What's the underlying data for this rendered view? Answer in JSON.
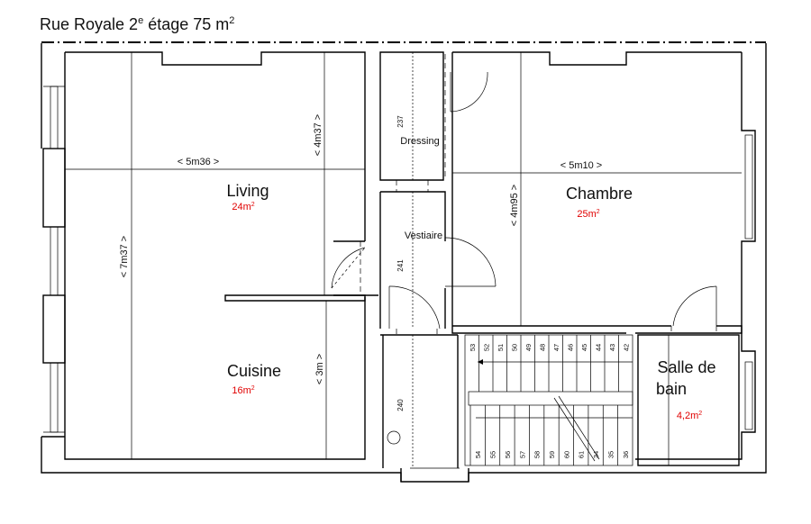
{
  "header": {
    "title_main": "Rue Royale 2",
    "title_sup": "e",
    "title_rest": " étage 75 m",
    "title_sup2": "2"
  },
  "rooms": {
    "living": {
      "name": "Living",
      "area": "24m",
      "area_sup": "2"
    },
    "cuisine": {
      "name": "Cuisine",
      "area": "16m",
      "area_sup": "2"
    },
    "chambre": {
      "name": "Chambre",
      "area": "25m",
      "area_sup": "2"
    },
    "sdb": {
      "name_line1": "Salle de",
      "name_line2": "bain",
      "area": "4,2m",
      "area_sup": "2"
    },
    "dressing": {
      "name": "Dressing"
    },
    "vestiaire": {
      "name": "Vestiaire"
    }
  },
  "dimensions": {
    "living_width": "< 5m36 >",
    "living_depth": "< 4m37 >",
    "living_total": "< 7m37 >",
    "cuisine_depth": "< 3m >",
    "chambre_width": "< 5m10 >",
    "chambre_depth": "< 4m95 >",
    "dressing": "237",
    "vestiaire": "241",
    "hall": "240"
  },
  "stairs": {
    "top_steps": [
      "53",
      "52",
      "51",
      "50",
      "49",
      "48",
      "47",
      "46",
      "45",
      "44",
      "43",
      "42"
    ],
    "bottom_steps": [
      "54",
      "55",
      "56",
      "57",
      "58",
      "59",
      "60",
      "61",
      "34",
      "35",
      "36"
    ]
  }
}
